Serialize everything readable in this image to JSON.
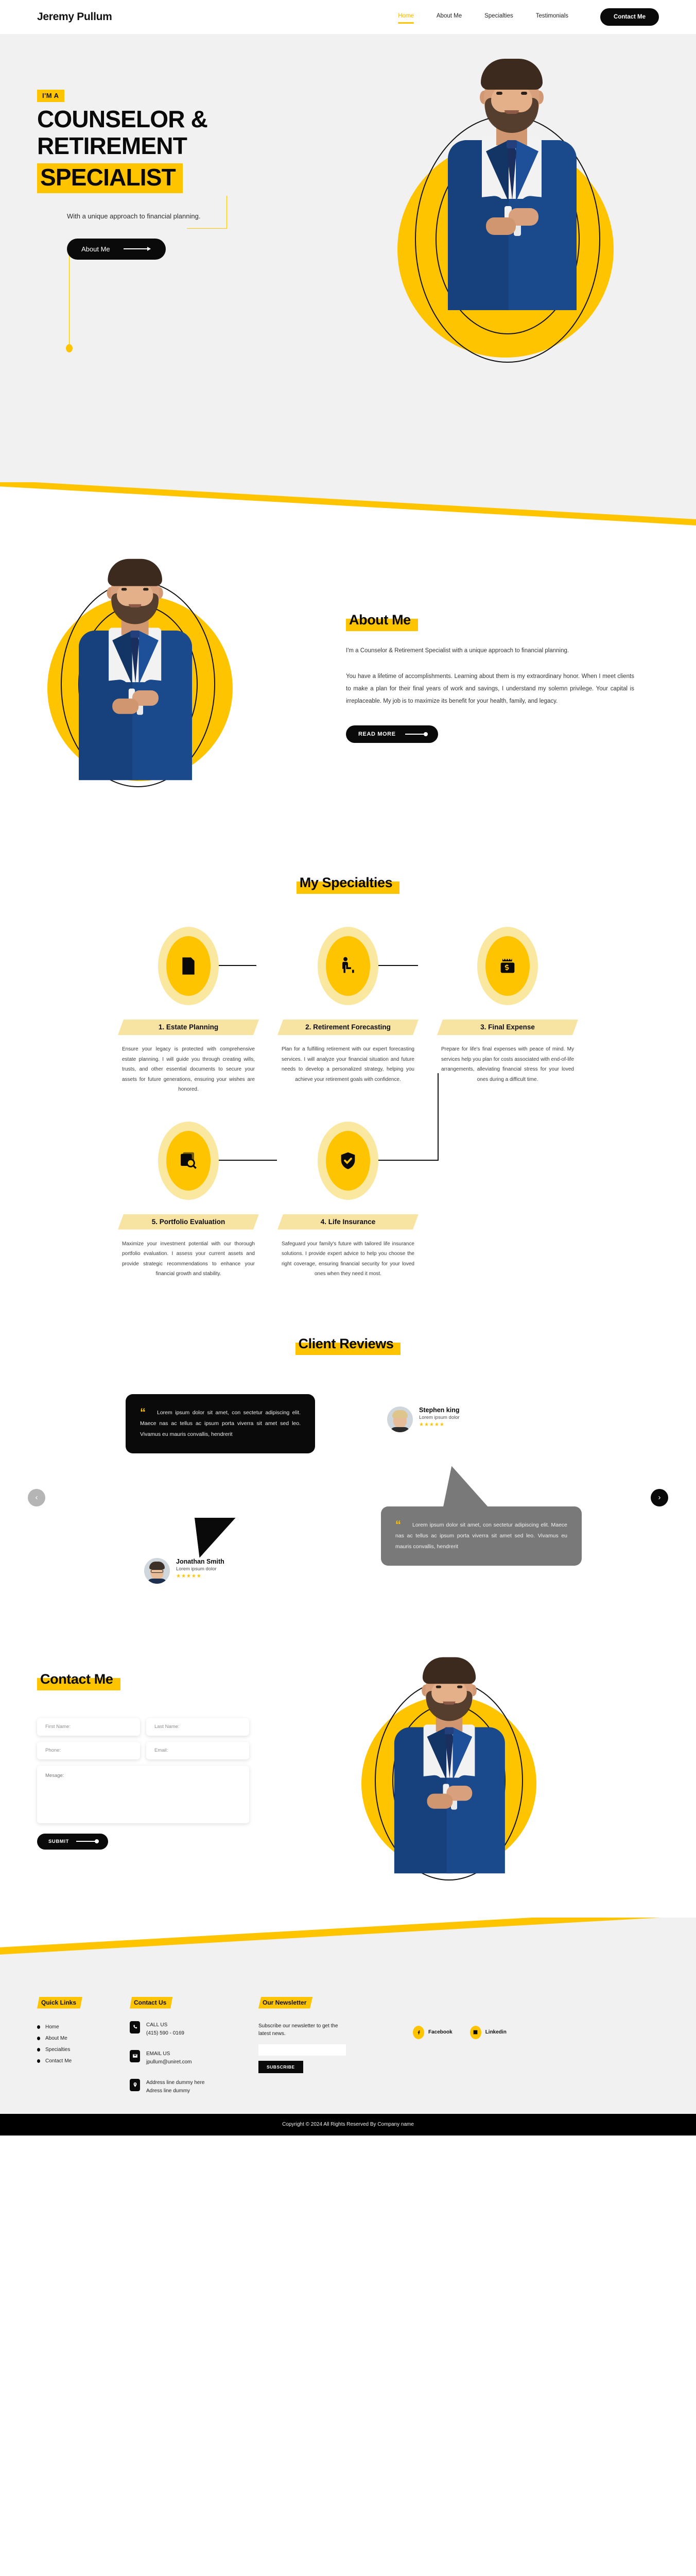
{
  "brand": "Jeremy Pullum",
  "nav": {
    "links": [
      {
        "label": "Home",
        "active": true
      },
      {
        "label": "About Me",
        "active": false
      },
      {
        "label": "Specialties",
        "active": false
      },
      {
        "label": "Testimonials",
        "active": false
      }
    ],
    "cta": "Contact Me"
  },
  "hero": {
    "eyebrow": "I'M A",
    "title_line1": "COUNSELOR &",
    "title_line2": "RETIREMENT",
    "title_highlight": "SPECIALIST",
    "subtitle": "With a unique approach to financial planning.",
    "cta": "About Me"
  },
  "about": {
    "title": "About Me",
    "paragraph1": "I'm a Counselor & Retirement Specialist with a unique approach to financial planning.",
    "paragraph2": "You have a lifetime of accomplishments. Learning about them is my extraordinary honor. When I meet clients to make a plan for their final years of work and savings, I understand my solemn privilege. Your capital is irreplaceable. My job is to maximize its benefit for your health, family, and legacy.",
    "cta": "READ MORE"
  },
  "specialties": {
    "title": "My Specialties",
    "items": [
      {
        "icon": "document-house-icon",
        "title": "1. Estate Planning",
        "desc": "Ensure your legacy is protected with comprehensive estate planning. I will guide you through creating wills, trusts, and other essential documents to secure your assets for future generations, ensuring your wishes are honored."
      },
      {
        "icon": "retirement-chair-icon",
        "title": "2. Retirement Forecasting",
        "desc": "Plan for a fulfilling retirement with our expert forecasting services. I will analyze your financial situation and future needs to develop a personalized strategy, helping you achieve your retirement goals with confidence."
      },
      {
        "icon": "money-stack-icon",
        "title": "3. Final Expense",
        "desc": "Prepare for life's final expenses with peace of mind. My services help you plan for costs associated with end-of-life arrangements, alleviating financial stress for your loved ones during a difficult time."
      },
      {
        "icon": "portfolio-search-icon",
        "title": "5. Portfolio Evaluation",
        "desc": "Maximize your investment potential with our thorough portfolio evaluation. I assess your current assets and provide strategic recommendations to enhance your financial growth and stability."
      },
      {
        "icon": "shield-check-icon",
        "title": "4. Life Insurance",
        "desc": "Safeguard your family's future with tailored life insurance solutions. I provide expert advice to help you choose the right coverage, ensuring financial security for your loved ones when they need it most."
      }
    ]
  },
  "reviews": {
    "title": "Client Reviews",
    "quote_mark": "“",
    "items": [
      {
        "text": "Lorem ipsum dolor sit amet, con sectetur adipiscing elit. Maece nas ac tellus ac ipsum porta viverra sit amet sed leo. Vivamus eu mauris convallis, hendrerit",
        "name": "Jonathan Smith",
        "role": "Lorem ipsum dolor",
        "stars": "★★★★★"
      },
      {
        "text": "Lorem ipsum dolor sit amet, con sectetur adipiscing elit. Maece nas ac tellus ac ipsum porta viverra sit amet sed leo. Vivamus eu mauris convallis, hendrerit",
        "name": "Stephen king",
        "role": "Lorem ipsum dolor",
        "stars": "★★★★★"
      }
    ],
    "prev_icon": "‹",
    "next_icon": "›"
  },
  "contact": {
    "title": "Contact Me",
    "first_name_placeholder": "First Name:",
    "last_name_placeholder": "Last Name:",
    "phone_placeholder": "Phone:",
    "email_placeholder": "Email:",
    "message_placeholder": "Mesage:",
    "submit": "SUBMIT"
  },
  "footer": {
    "quick_links": {
      "heading": "Quick Links",
      "items": [
        "Home",
        "About Me",
        "Specialties",
        "Contact Me"
      ]
    },
    "contact_us": {
      "heading": "Contact Us",
      "call_label": "CALL US",
      "call_value": "(415) 590 - 0169",
      "email_label": "EMAIL US",
      "email_value": "jpullum@uniret.com",
      "address_line1": "Address line dummy here",
      "address_line2": "Adress line dummy"
    },
    "newsletter": {
      "heading": "Our Newsletter",
      "text": "Subscribe our newsletter to get the latest news.",
      "input_value": "",
      "button": "SUBSCRIBE"
    },
    "social": [
      {
        "icon": "facebook-icon",
        "label": "Facebook"
      },
      {
        "icon": "linkedin-icon",
        "label": "Linkedin"
      }
    ],
    "copyright": "Copyright © 2024 All Rights Reserved By Company name"
  },
  "colors": {
    "accent": "#FFC400",
    "accent_soft": "#F7E3A2",
    "dark": "#0A0A0A",
    "grey_bubble": "#797979",
    "page_bg": "#F1F1F1"
  }
}
